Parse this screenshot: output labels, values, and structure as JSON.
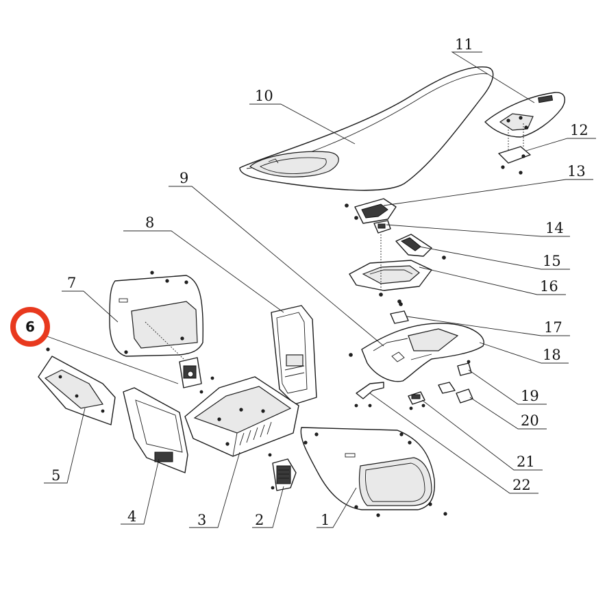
{
  "diagram": {
    "highlight_color": "#e8391e",
    "highlighted_callout": "6",
    "callouts": [
      "1",
      "2",
      "3",
      "4",
      "5",
      "6",
      "7",
      "8",
      "9",
      "10",
      "11",
      "12",
      "13",
      "14",
      "15",
      "16",
      "17",
      "18",
      "19",
      "20",
      "21",
      "22"
    ]
  }
}
